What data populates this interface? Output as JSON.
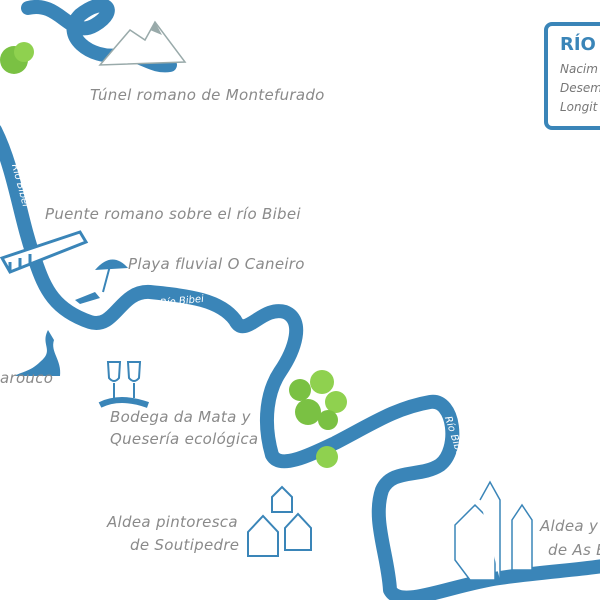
{
  "info_box": {
    "title": "RÍO BIBEI",
    "rows": [
      "Nacim",
      "Desemb",
      "Longit"
    ]
  },
  "river_labels": [
    "Río Bibei",
    "Río Bibei",
    "Río Bibei"
  ],
  "places": {
    "tunel": "Túnel romano de Montefurado",
    "puente": "Puente romano sobre el río Bibei",
    "playa": "Playa fluvial O Caneiro",
    "larouco": "arouco",
    "bodega_line1": "Bodega da Mata y",
    "bodega_line2": "Quesería ecológica",
    "soutipedre_line1": "Aldea pintoresca",
    "soutipedre_line2": "de Soutipedre",
    "asb_line1": "Aldea y",
    "asb_line2": "de As B"
  },
  "colors": {
    "river": "#3a85b8",
    "text": "#8a8a8a",
    "tree": "#7ac143"
  }
}
